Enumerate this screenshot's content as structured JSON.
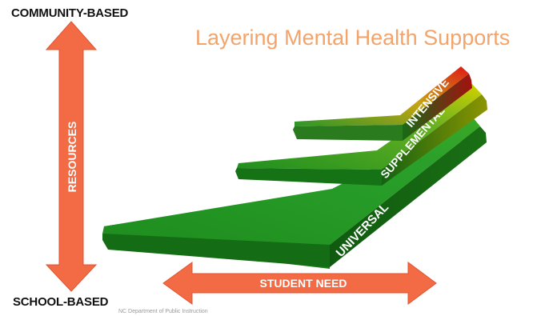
{
  "title": "Layering Mental Health Supports",
  "vertical_axis": {
    "top_label": "COMMUNITY-BASED",
    "bottom_label": "SCHOOL-BASED",
    "arrow_label": "RESOURCES"
  },
  "horizontal_axis": {
    "arrow_label": "STUDENT NEED"
  },
  "tiers": [
    {
      "label": "UNIVERSAL"
    },
    {
      "label": "SUPPLEMENTAL"
    },
    {
      "label": "INTENSIVE"
    }
  ],
  "footnote": "NC Department of Public Instruction",
  "colors": {
    "arrow": "#f36b45",
    "title": "#f2a46a",
    "tier_green": "#1f8a1f",
    "tier_yellow": "#c8c800",
    "tier_red": "#d92323"
  }
}
